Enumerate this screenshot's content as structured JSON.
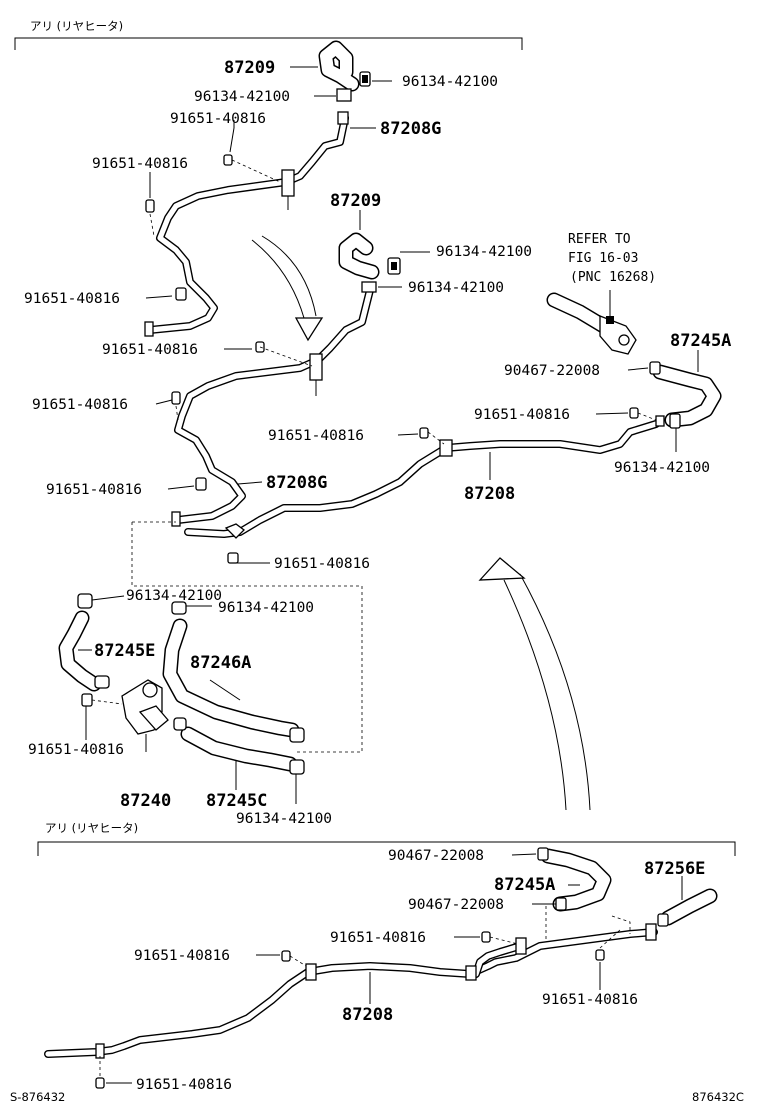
{
  "sections": {
    "top_header": "アリ (リヤヒータ)",
    "bottom_header": "アリ (リヤヒータ)"
  },
  "refer": {
    "line1": "REFER TO",
    "line2": "FIG 16-03",
    "line3": "(PNC 16268)"
  },
  "labels": {
    "p87209_a": "87209",
    "p96134_a1": "96134-42100",
    "p96134_a2": "96134-42100",
    "p91651_a1": "91651-40816",
    "p87208G_a": "87208G",
    "p91651_a2": "91651-40816",
    "p87209_b": "87209",
    "p96134_b1": "96134-42100",
    "p96134_b2": "96134-42100",
    "p91651_b1": "91651-40816",
    "p91651_b2": "91651-40816",
    "p91651_b3": "91651-40816",
    "p87245A_a": "87245A",
    "p90467_a": "90467-22008",
    "p91651_c1": "91651-40816",
    "p91651_c2": "91651-40816",
    "p96134_c1": "96134-42100",
    "p91651_c3": "91651-40816",
    "p87208G_b": "87208G",
    "p87208_a": "87208",
    "p91651_c4": "91651-40816",
    "p96134_d1": "96134-42100",
    "p96134_d2": "96134-42100",
    "p87245E": "87245E",
    "p87246A": "87246A",
    "p91651_d1": "91651-40816",
    "p87240": "87240",
    "p87245C": "87245C",
    "p96134_d3": "96134-42100",
    "p90467_b1": "90467-22008",
    "p87256E": "87256E",
    "p87245A_b": "87245A",
    "p90467_b2": "90467-22008",
    "p91651_e1": "91651-40816",
    "p91651_e2": "91651-40816",
    "p87208_b": "87208",
    "p91651_e3": "91651-40816",
    "p91651_e4": "91651-40816"
  },
  "footer": {
    "left_code": "S-876432",
    "right_code": "876432C"
  }
}
